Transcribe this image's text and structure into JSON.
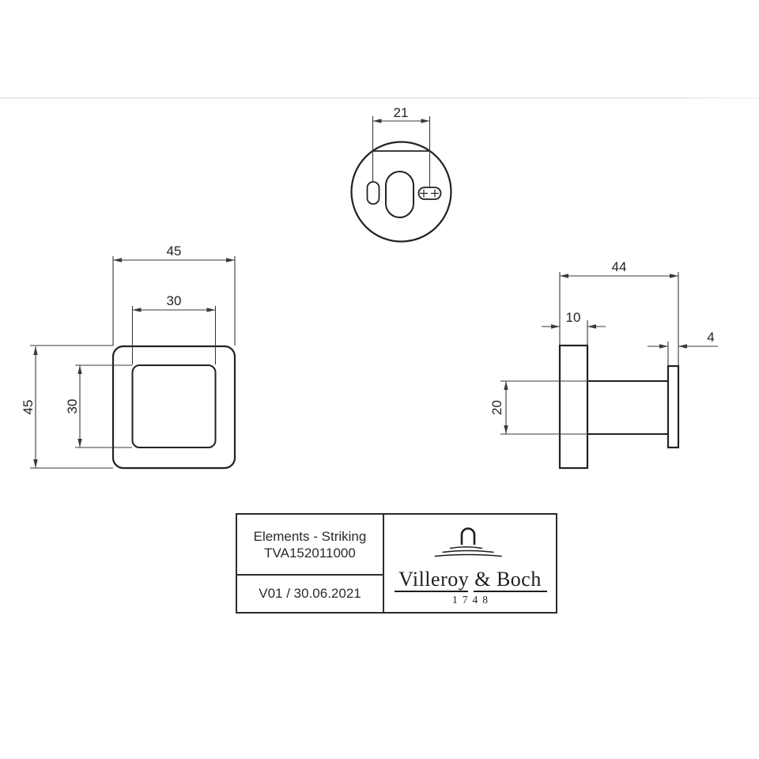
{
  "drawing": {
    "views": {
      "top_view": "round wall-mount plate with oval cutout, side slot and double screw keyhole",
      "front_view": "rounded square body 45x45 with inner rounded square 30x30",
      "side_view": "wall plate with stem and front plate"
    },
    "dimensions": {
      "hole_spacing": "21",
      "front_outer_width": "45",
      "front_inner_width": "30",
      "front_outer_height": "45",
      "front_inner_height": "30",
      "side_total_depth": "44",
      "wall_plate_thickness": "10",
      "front_plate_thickness": "4",
      "stem_height": "20"
    }
  },
  "title_block": {
    "series": "Elements - Striking",
    "article_number": "TVA152011000",
    "version_date": "V01 / 30.06.2021",
    "brand": "Villeroy & Boch",
    "brand_founded": "1748"
  },
  "colors": {
    "outline": "#222222",
    "dimension_line": "#3a3a3a",
    "divider": "#ececec",
    "background": "#ffffff"
  }
}
